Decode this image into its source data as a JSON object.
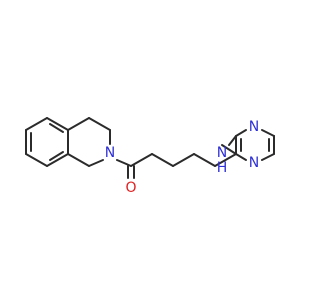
{
  "molecule": {
    "colors": {
      "bond": "#2b2b2b",
      "nitrogen": "#2f2fd6",
      "oxygen": "#e02020"
    },
    "labels": {
      "amide_n": "N",
      "carbonyl_o": "O",
      "amine_n": "N",
      "amine_h": "H",
      "pyrimidine_n1": "N",
      "pyrimidine_n3": "N"
    }
  }
}
